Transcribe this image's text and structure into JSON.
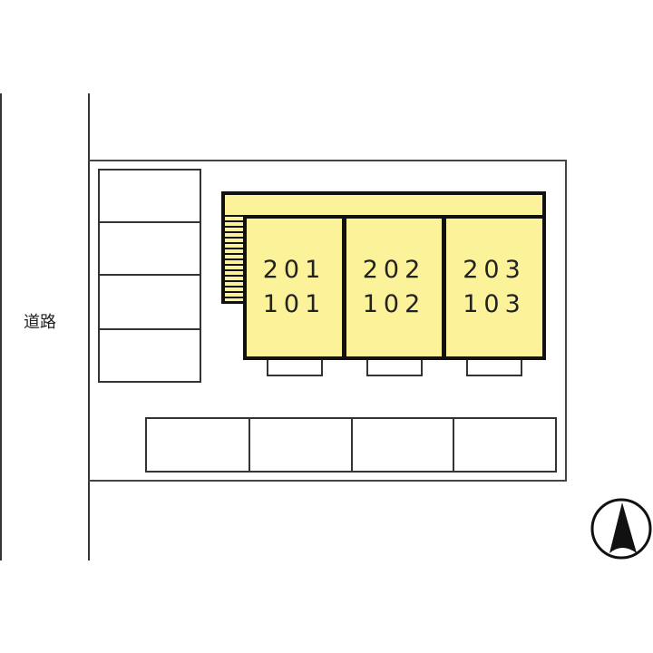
{
  "road": {
    "label": "道路"
  },
  "building": {
    "units": [
      {
        "upper": "201",
        "lower": "101"
      },
      {
        "upper": "202",
        "lower": "102"
      },
      {
        "upper": "203",
        "lower": "103"
      }
    ],
    "fill_color": "#fbf29a"
  },
  "parking": {
    "left_column_spaces": 4,
    "bottom_row_spaces": 4
  },
  "compass": {
    "direction": "north",
    "icon": "north-arrow-icon"
  }
}
